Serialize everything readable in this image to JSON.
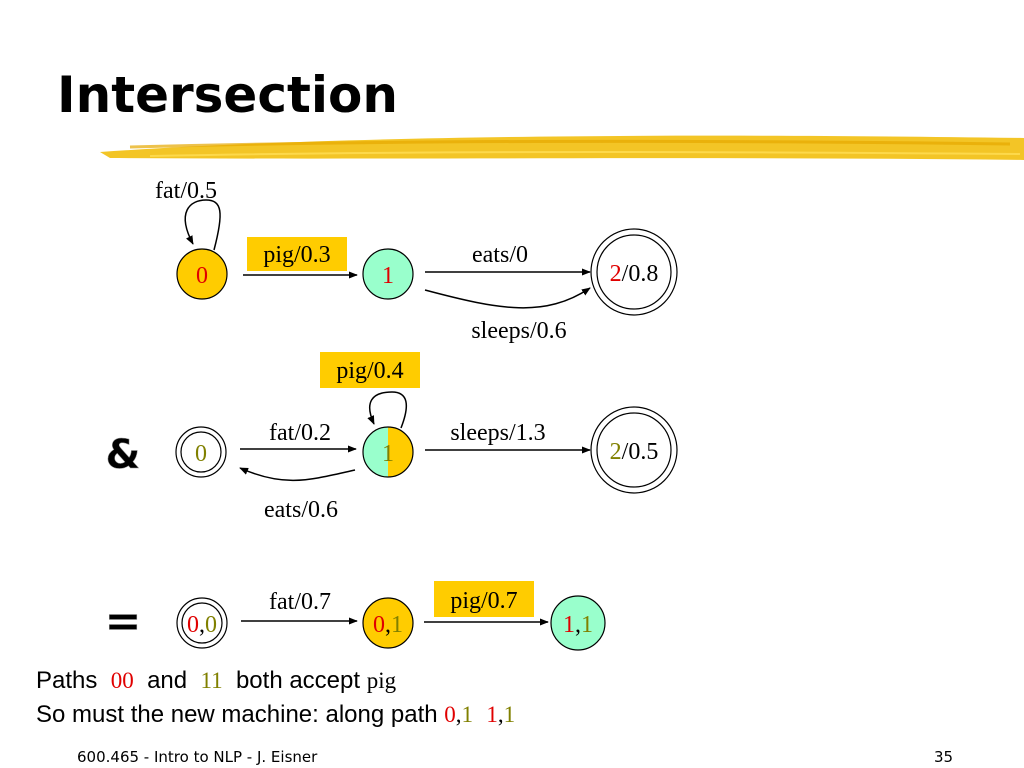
{
  "title": "Intersection",
  "colors": {
    "highlight_yellow": "#ffcc00",
    "state_green": "#99ffcc",
    "state_red": "#e00000",
    "state_olive": "#808000",
    "brush_stroke": "#f2c21a"
  },
  "machine1": {
    "loop": "fat/0.5",
    "arc_pig": "pig/0.3",
    "arc_eats": "eats/0",
    "arc_sleeps": "sleeps/0.6",
    "state0": "0",
    "state1": "1",
    "state2_num": "2",
    "state2_weight": "/0.8"
  },
  "operator_and": "&",
  "machine2": {
    "loop": "pig/0.4",
    "arc_fat": "fat/0.2",
    "arc_eats": "eats/0.6",
    "arc_sleeps": "sleeps/1.3",
    "state0": "0",
    "state1": "1",
    "state2_num": "2",
    "state2_weight": "/0.5"
  },
  "operator_eq": "=",
  "result": {
    "arc_fat": "fat/0.7",
    "arc_pig": "pig/0.7",
    "s00_a": "0",
    "s00_sep": ",",
    "s00_b": "0",
    "s01_a": "0",
    "s01_sep": ",",
    "s01_b": "1",
    "s11_a": "1",
    "s11_sep": ",",
    "s11_b": "1"
  },
  "caption": {
    "line1_a": "Paths",
    "line1_p1": "00",
    "line1_and": "and",
    "line1_p2": "11",
    "line1_b": "both accept",
    "line1_word": "pig",
    "line2_a": "So must the new machine: along path",
    "line2_p1_a": "0",
    "line2_p1_sep": ",",
    "line2_p1_b": "1",
    "line2_p2_a": "1",
    "line2_p2_sep": ",",
    "line2_p2_b": "1"
  },
  "footer": {
    "left": "600.465 - Intro to NLP - J. Eisner",
    "right": "35"
  }
}
